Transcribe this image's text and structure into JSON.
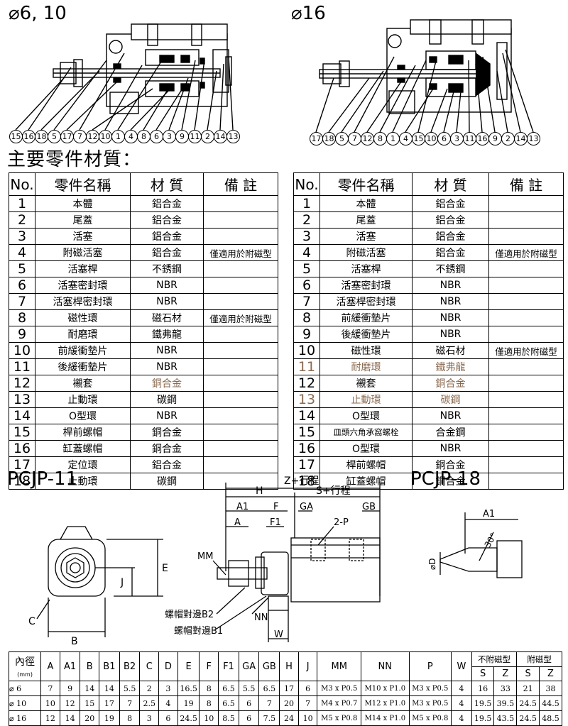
{
  "drawings": {
    "left_title": "⌀6, 10",
    "right_title": "⌀16",
    "left_callouts": [
      "15",
      "16",
      "18",
      "5",
      "17",
      "7",
      "12",
      "10",
      "1",
      "4",
      "8",
      "6",
      "3",
      "9",
      "11",
      "2",
      "14",
      "13"
    ],
    "right_callouts": [
      "17",
      "18",
      "5",
      "7",
      "12",
      "8",
      "1",
      "4",
      "15",
      "10",
      "6",
      "3",
      "11",
      "16",
      "9",
      "2",
      "14",
      "13"
    ]
  },
  "materials_heading": "主要零件材質：",
  "table_headers": [
    "No.",
    "零件名稱",
    "材 質",
    "備 註"
  ],
  "left_table": [
    {
      "no": "1",
      "name": "本體",
      "material": "鋁合金",
      "note": ""
    },
    {
      "no": "2",
      "name": "尾蓋",
      "material": "鋁合金",
      "note": ""
    },
    {
      "no": "3",
      "name": "活塞",
      "material": "鋁合金",
      "note": ""
    },
    {
      "no": "4",
      "name": "附磁活塞",
      "material": "鋁合金",
      "note": "僅適用於附磁型"
    },
    {
      "no": "5",
      "name": "活塞桿",
      "material": "不銹鋼",
      "note": ""
    },
    {
      "no": "6",
      "name": "活塞密封環",
      "material": "NBR",
      "note": ""
    },
    {
      "no": "7",
      "name": "活塞桿密封環",
      "material": "NBR",
      "note": ""
    },
    {
      "no": "8",
      "name": "磁性環",
      "material": "磁石材",
      "note": "僅適用於附磁型"
    },
    {
      "no": "9",
      "name": "耐磨環",
      "material": "鐵弗龍",
      "note": ""
    },
    {
      "no": "10",
      "name": "前緩衝墊片",
      "material": "NBR",
      "note": ""
    },
    {
      "no": "11",
      "name": "後緩衝墊片",
      "material": "NBR",
      "note": ""
    },
    {
      "no": "12",
      "name": "襯套",
      "material": "銅合金",
      "note": ""
    },
    {
      "no": "13",
      "name": "止動環",
      "material": "碳鋼",
      "note": ""
    },
    {
      "no": "14",
      "name": "O型環",
      "material": "NBR",
      "note": ""
    },
    {
      "no": "15",
      "name": "桿前螺帽",
      "material": "銅合金",
      "note": ""
    },
    {
      "no": "16",
      "name": "缸蓋螺帽",
      "material": "銅合金",
      "note": ""
    },
    {
      "no": "17",
      "name": "定位環",
      "material": "鋁合金",
      "note": ""
    },
    {
      "no": "18",
      "name": "止動環",
      "material": "碳鋼",
      "note": ""
    }
  ],
  "right_table": [
    {
      "no": "1",
      "name": "本體",
      "material": "鋁合金",
      "note": ""
    },
    {
      "no": "2",
      "name": "尾蓋",
      "material": "鋁合金",
      "note": ""
    },
    {
      "no": "3",
      "name": "活塞",
      "material": "鋁合金",
      "note": ""
    },
    {
      "no": "4",
      "name": "附磁活塞",
      "material": "鋁合金",
      "note": "僅適用於附磁型"
    },
    {
      "no": "5",
      "name": "活塞桿",
      "material": "不銹鋼",
      "note": ""
    },
    {
      "no": "6",
      "name": "活塞密封環",
      "material": "NBR",
      "note": ""
    },
    {
      "no": "7",
      "name": "活塞桿密封環",
      "material": "NBR",
      "note": ""
    },
    {
      "no": "8",
      "name": "前緩衝墊片",
      "material": "NBR",
      "note": ""
    },
    {
      "no": "9",
      "name": "後緩衝墊片",
      "material": "NBR",
      "note": ""
    },
    {
      "no": "10",
      "name": "磁性環",
      "material": "磁石材",
      "note": "僅適用於附磁型"
    },
    {
      "no": "11",
      "name": "耐磨環",
      "material": "鐵弗龍",
      "note": ""
    },
    {
      "no": "12",
      "name": "襯套",
      "material": "銅合金",
      "note": ""
    },
    {
      "no": "13",
      "name": "止動環",
      "material": "碳鋼",
      "note": ""
    },
    {
      "no": "14",
      "name": "O型環",
      "material": "NBR",
      "note": ""
    },
    {
      "no": "15",
      "name": "皿頭六角承窩螺栓",
      "material": "合金鋼",
      "note": ""
    },
    {
      "no": "16",
      "name": "O型環",
      "material": "NBR",
      "note": ""
    },
    {
      "no": "17",
      "name": "桿前螺帽",
      "material": "銅合金",
      "note": ""
    },
    {
      "no": "18",
      "name": "缸蓋螺帽",
      "material": "銅合金",
      "note": ""
    }
  ],
  "pcjp11": {
    "title": "PCJP-11",
    "labels": {
      "C": "C",
      "B": "B",
      "J": "J",
      "E": "E"
    }
  },
  "side": {
    "labels": {
      "Z": "Z+行程",
      "H": "H",
      "S": "S+行程",
      "A1": "A1",
      "F": "F",
      "GA": "GA",
      "GB": "GB",
      "A": "A",
      "F1": "F1",
      "P": "2-P",
      "MM": "MM",
      "NN": "NN",
      "W": "W",
      "B2": "螺帽對邊B2",
      "B1": "螺帽對邊B1"
    }
  },
  "pcjp18": {
    "title": "PCJP-18",
    "labels": {
      "A1": "A1",
      "D": "⌀D",
      "angle": "30°"
    }
  },
  "dimension_table": {
    "header_top": [
      "內徑",
      "A",
      "A1",
      "B",
      "B1",
      "B2",
      "C",
      "D",
      "E",
      "F",
      "F1",
      "GA",
      "GB",
      "H",
      "J",
      "MM",
      "NN",
      "P",
      "W",
      "不附磁型",
      "附磁型"
    ],
    "unit": "(mm)",
    "header_sub": [
      "S",
      "Z",
      "S",
      "Z"
    ],
    "rows": [
      [
        "⌀ 6",
        "7",
        "9",
        "14",
        "14",
        "5.5",
        "2",
        "3",
        "16.5",
        "8",
        "6.5",
        "5.5",
        "6.5",
        "17",
        "6",
        "M3 x P0.5",
        "M10 x P1.0",
        "M3 x P0.5",
        "4",
        "16",
        "33",
        "21",
        "38"
      ],
      [
        "⌀ 10",
        "10",
        "12",
        "15",
        "17",
        "7",
        "2.5",
        "4",
        "19",
        "8",
        "6.5",
        "6",
        "7",
        "20",
        "7",
        "M4 x P0.7",
        "M12 x P1.0",
        "M3 x P0.5",
        "4",
        "19.5",
        "39.5",
        "24.5",
        "44.5"
      ],
      [
        "⌀ 16",
        "12",
        "14",
        "20",
        "19",
        "8",
        "3",
        "6",
        "24.5",
        "10",
        "8.5",
        "6",
        "7.5",
        "24",
        "10",
        "M5 x P0.8",
        "M14 x P1.0",
        "M5 x P0.8",
        "4",
        "19.5",
        "43.5",
        "24.5",
        "48.5"
      ]
    ]
  }
}
